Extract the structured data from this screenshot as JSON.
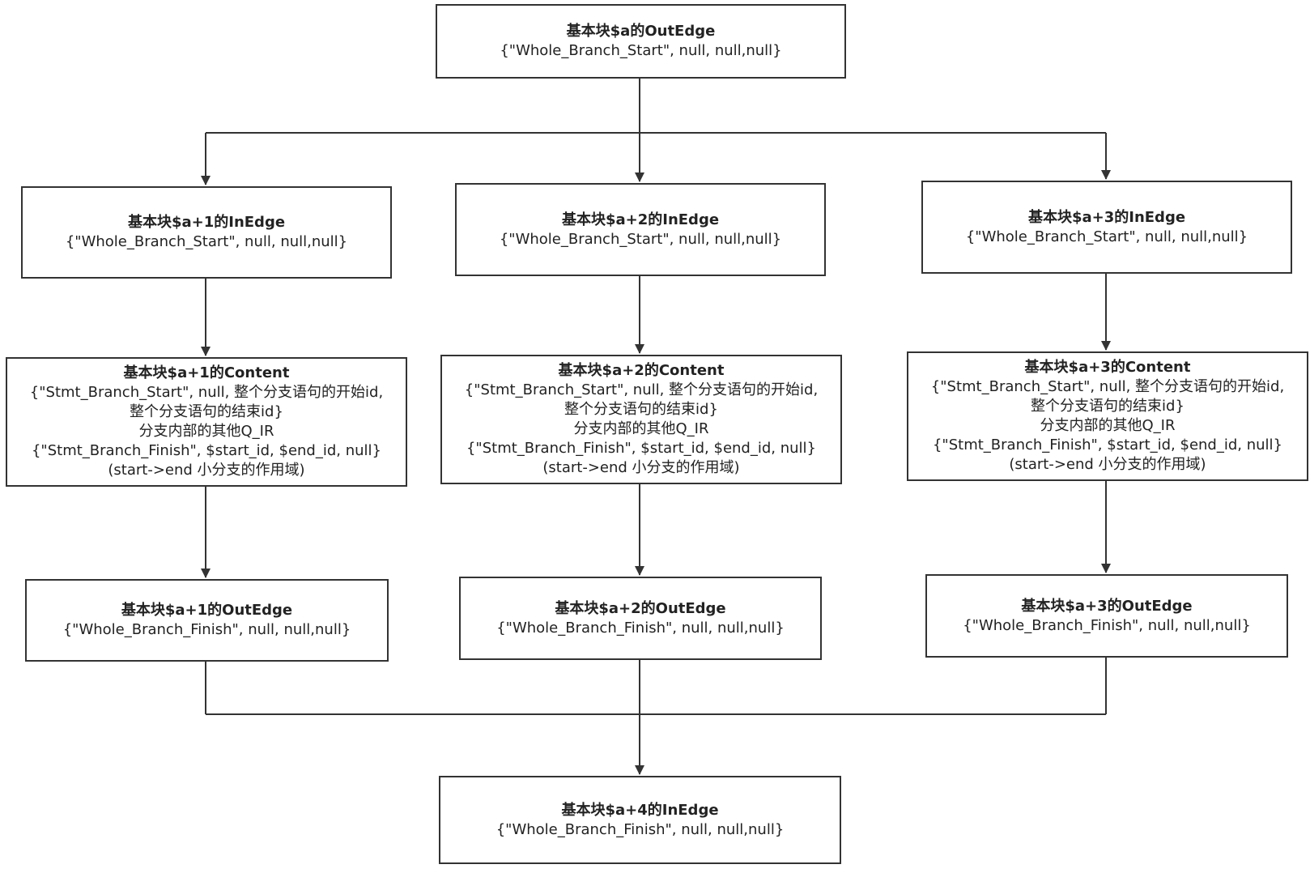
{
  "colors": {
    "line": "#333333",
    "box_border": "#333333",
    "text": "#222222",
    "background": "#ffffff"
  },
  "nodes": {
    "a_out": {
      "title": "基本块$a的OutEdge",
      "lines": [
        "{\"Whole_Branch_Start\", null, null,null}"
      ]
    },
    "a1_in": {
      "title": "基本块$a+1的InEdge",
      "lines": [
        "{\"Whole_Branch_Start\", null, null,null}"
      ]
    },
    "a2_in": {
      "title": "基本块$a+2的InEdge",
      "lines": [
        "{\"Whole_Branch_Start\", null, null,null}"
      ]
    },
    "a3_in": {
      "title": "基本块$a+3的InEdge",
      "lines": [
        "{\"Whole_Branch_Start\", null, null,null}"
      ]
    },
    "a1_content": {
      "title": "基本块$a+1的Content",
      "lines": [
        "{\"Stmt_Branch_Start\", null, 整个分支语句的开始id,",
        "整个分支语句的结束id}",
        "分支内部的其他Q_IR",
        "{\"Stmt_Branch_Finish\", $start_id, $end_id, null}",
        "(start->end 小分支的作用域)"
      ]
    },
    "a2_content": {
      "title": "基本块$a+2的Content",
      "lines": [
        "{\"Stmt_Branch_Start\", null, 整个分支语句的开始id,",
        "整个分支语句的结束id}",
        "分支内部的其他Q_IR",
        "{\"Stmt_Branch_Finish\", $start_id, $end_id, null}",
        "(start->end 小分支的作用域)"
      ]
    },
    "a3_content": {
      "title": "基本块$a+3的Content",
      "lines": [
        "{\"Stmt_Branch_Start\", null, 整个分支语句的开始id,",
        "整个分支语句的结束id}",
        "分支内部的其他Q_IR",
        "{\"Stmt_Branch_Finish\", $start_id, $end_id, null}",
        "(start->end 小分支的作用域)"
      ]
    },
    "a1_out": {
      "title": "基本块$a+1的OutEdge",
      "lines": [
        "{\"Whole_Branch_Finish\", null, null,null}"
      ]
    },
    "a2_out": {
      "title": "基本块$a+2的OutEdge",
      "lines": [
        "{\"Whole_Branch_Finish\", null, null,null}"
      ]
    },
    "a3_out": {
      "title": "基本块$a+3的OutEdge",
      "lines": [
        "{\"Whole_Branch_Finish\", null, null,null}"
      ]
    },
    "a4_in": {
      "title": "基本块$a+4的InEdge",
      "lines": [
        "{\"Whole_Branch_Finish\", null, null,null}"
      ]
    }
  }
}
